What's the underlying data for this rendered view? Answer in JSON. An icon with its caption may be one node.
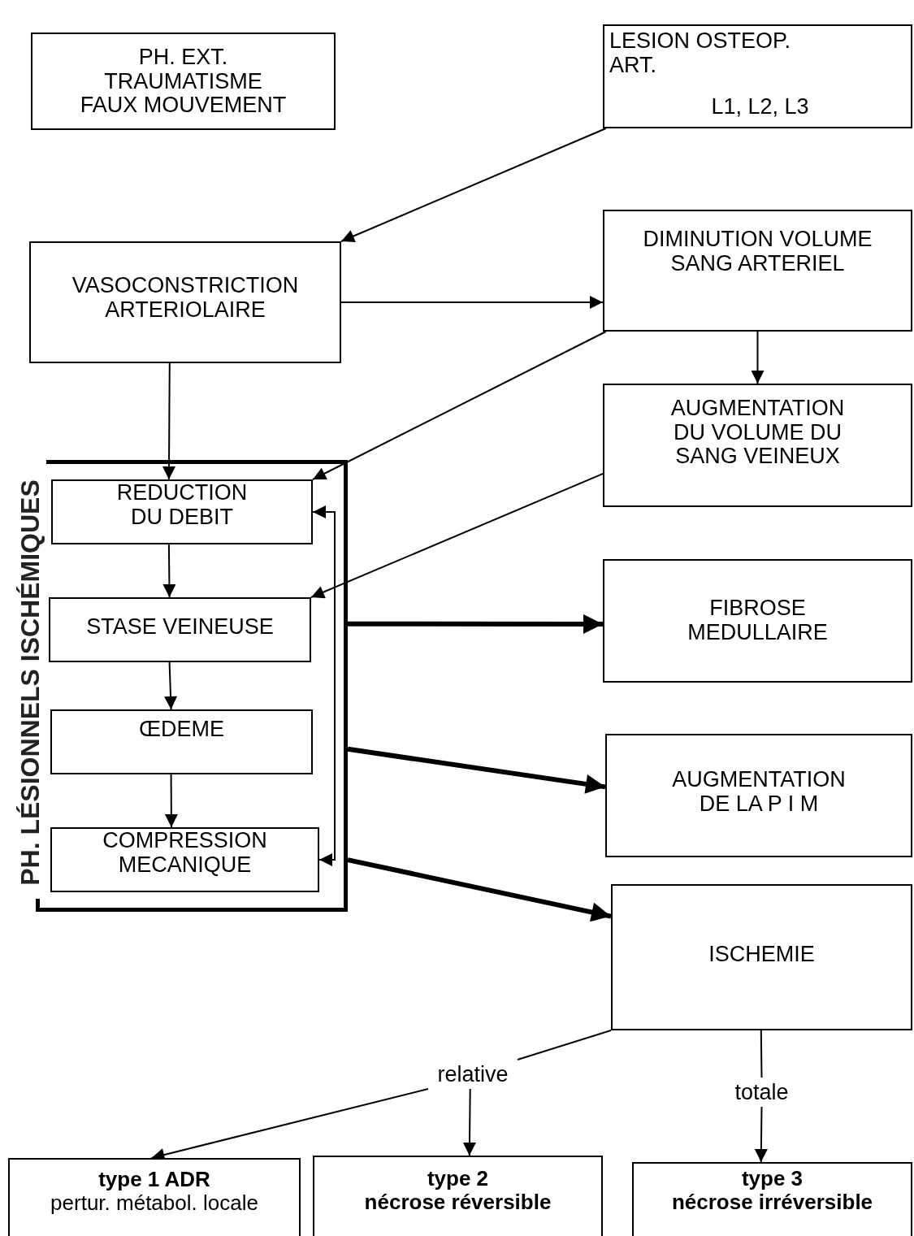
{
  "diagram": {
    "nodes": [
      {
        "text": [
          "PH. EXT. TRAUMATISME FAUX MOUVEMENT"
        ]
      },
      {
        "text": [
          "LESION OSTEOP. ART.",
          "L1, L2, L3"
        ]
      },
      {
        "text": [
          "VASOCONSTRICTION ARTERIOLAIRE"
        ]
      },
      {
        "text": [
          "DIMINUTION VOLUME SANG ARTERIEL"
        ]
      },
      {
        "text": [
          "AUGMENTATION DU VOLUME DU SANG VEINEUX"
        ]
      },
      {
        "text": [
          "PH. LÉSIONNELS ISCHÉMIQUES"
        ]
      },
      {
        "text": [
          "REDUCTION DU DEBIT"
        ],
        "in": 5
      },
      {
        "text": [
          "STASE VEINEUSE"
        ],
        "in": 5
      },
      {
        "text": [
          "ŒDEME"
        ],
        "in": 5
      },
      {
        "text": [
          "COMPRESSION MECANIQUE"
        ],
        "in": 5
      },
      {
        "text": [
          "FIBROSE MEDULLAIRE"
        ]
      },
      {
        "text": [
          "AUGMENTATION DE LA P I M"
        ]
      },
      {
        "text": [
          "ISCHEMIE"
        ]
      },
      {
        "text": [
          "relative"
        ]
      },
      {
        "text": [
          "totale"
        ]
      },
      {
        "text": [
          "type 1 ADR",
          "pertur. métabol. locale"
        ]
      },
      {
        "text": [
          "type 2",
          "nécrose réversible"
        ]
      },
      {
        "text": [
          "type 3",
          "nécrose irréversible"
        ]
      }
    ],
    "edges": [
      {
        "from": 1,
        "to": 2,
        "arrow": "to"
      },
      {
        "from": 2,
        "to": 3,
        "arrow": "to"
      },
      {
        "from": 2,
        "to": 6,
        "arrow": "to"
      },
      {
        "from": 3,
        "to": 6,
        "arrow": "to"
      },
      {
        "from": 3,
        "to": 4,
        "arrow": "to"
      },
      {
        "from": 4,
        "to": 7,
        "arrow": "to"
      },
      {
        "from": 6,
        "to": 7,
        "arrow": "to"
      },
      {
        "from": 7,
        "to": 8,
        "arrow": "to"
      },
      {
        "from": 8,
        "to": 9,
        "arrow": "to"
      },
      {
        "from": 6,
        "to": 9,
        "arrow": "both"
      },
      {
        "from": 5,
        "to": 10,
        "arrow": "to",
        "style": "thick"
      },
      {
        "from": 5,
        "to": 11,
        "arrow": "to",
        "style": "thick"
      },
      {
        "from": 5,
        "to": 12,
        "arrow": "to",
        "style": "thick"
      },
      {
        "from": 12,
        "to": 13,
        "arrow": "none"
      },
      {
        "from": 13,
        "to": 15,
        "arrow": "to"
      },
      {
        "from": 13,
        "to": 16,
        "arrow": "to"
      },
      {
        "from": 12,
        "to": 14,
        "arrow": "none"
      },
      {
        "from": 14,
        "to": 17,
        "arrow": "to"
      }
    ]
  }
}
